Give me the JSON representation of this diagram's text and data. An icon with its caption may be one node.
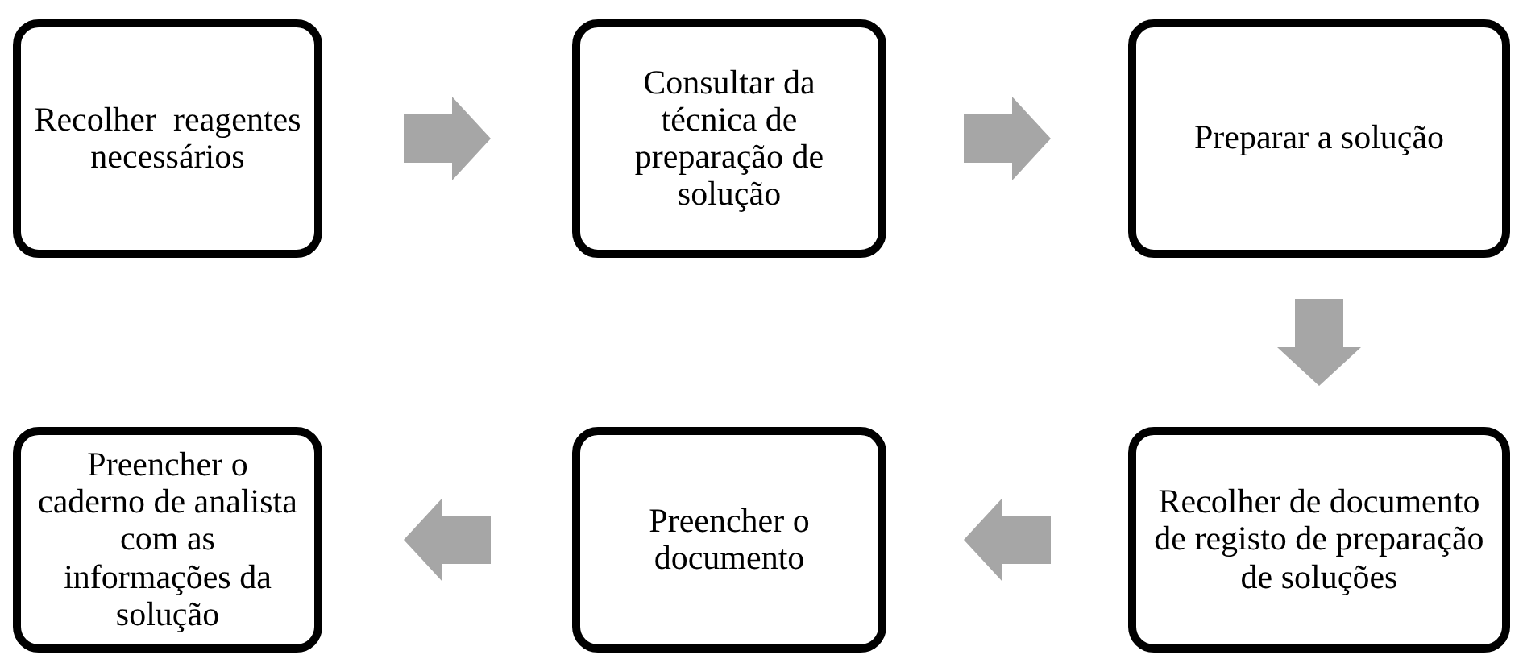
{
  "diagram": {
    "nodes": [
      {
        "text": [
          "Recolher  reagentes necessários"
        ]
      },
      {
        "text": [
          "Consultar da técnica de preparação de solução"
        ]
      },
      {
        "text": [
          "Preparar a solução"
        ]
      },
      {
        "text": [
          "Recolher de documento de registo de preparação de soluções"
        ]
      },
      {
        "text": [
          "Preencher o documento"
        ]
      },
      {
        "text": [
          "Preencher o caderno de analista  com as informações da solução"
        ]
      }
    ],
    "edges": [
      {
        "from": 0,
        "to": 1,
        "arrow": "to"
      },
      {
        "from": 1,
        "to": 2,
        "arrow": "to"
      },
      {
        "from": 2,
        "to": 3,
        "arrow": "to"
      },
      {
        "from": 3,
        "to": 4,
        "arrow": "to"
      },
      {
        "from": 4,
        "to": 5,
        "arrow": "to"
      }
    ]
  }
}
